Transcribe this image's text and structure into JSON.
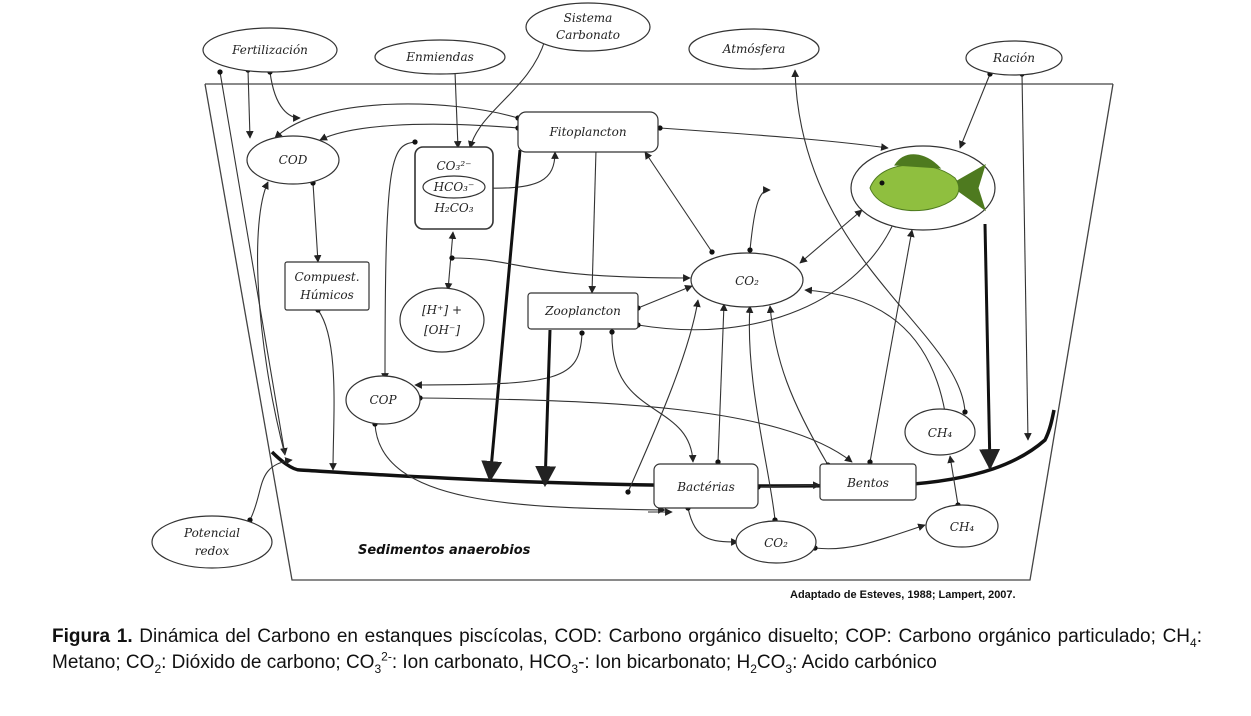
{
  "nodes": {
    "fertilizacion": "Fertilización",
    "enmiendas": "Enmiendas",
    "sistema_line1": "Sistema",
    "sistema_line2": "Carbonato",
    "atmosfera": "Atmósfera",
    "racion": "Ración",
    "cod": "COD",
    "fitoplancton": "Fitoplancton",
    "carbonate_co3": "CO₃²⁻",
    "carbonate_hco3": "HCO₃⁻",
    "carbonate_h2co3": "H₂CO₃",
    "humicos_line1": "Compuest.",
    "humicos_line2": "Húmicos",
    "hoh_line1": "[H⁺] +",
    "hoh_line2": "[OH⁻]",
    "zooplancton": "Zooplancton",
    "co2_water": "CO₂",
    "cop": "COP",
    "ch4_water": "CH₄",
    "bacterias": "Bactérias",
    "bentos": "Bentos",
    "co2_sediment": "CO₂",
    "ch4_sediment": "CH₄",
    "potencial_line1": "Potencial",
    "potencial_line2": "redox",
    "sedimentos": "Sedimentos anaerobios"
  },
  "credit": "Adaptado de Esteves, 1988; Lampert, 2007.",
  "caption": {
    "label": "Figura 1.",
    "p1": " Dinámica del Carbono en estanques  piscícolas, COD: Carbono orgánico disuelto; COP: Carbono orgánico particulado; CH",
    "ch4_sub": "4",
    "p2": ": Metano; CO",
    "co2_sub": "2",
    "p3": ": Dióxido de carbono; CO",
    "co3_sub": "3",
    "co3_sup": "2-",
    "p4": ": Ion carbonato, HCO",
    "hco3_sub": "3",
    "p5": "-: Ion bicarbonato; H",
    "h2_sub": "2",
    "p6": "CO",
    "h2co3_sub": "3",
    "p7": ": Acido carbónico"
  },
  "colors": {
    "fish_body": "#8fbf3f",
    "fish_dark": "#4e7a1f"
  }
}
